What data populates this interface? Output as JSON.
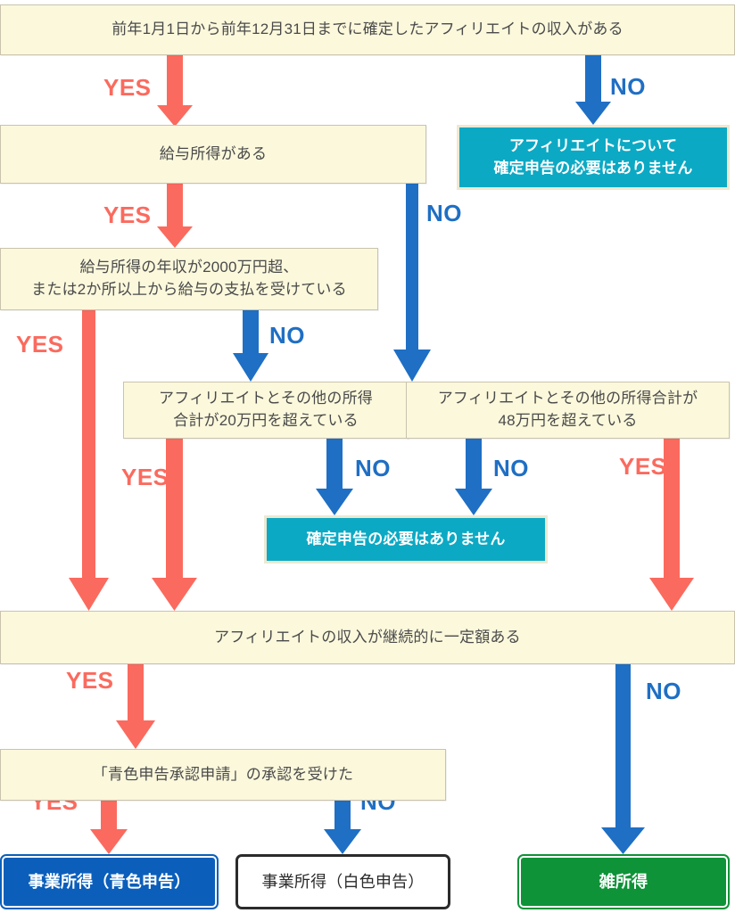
{
  "title": "アフィリエイト収入の確定申告判定フローチャート",
  "colors": {
    "question_bg": "#FBF8DC",
    "question_border": "#C9C3AE",
    "question_text": "#4A4A4A",
    "teal": "#0CA9C4",
    "yes_red": "#FB6A5E",
    "no_blue": "#1F6FC4",
    "result_blue": "#0B5FBB",
    "result_green": "#0E9338",
    "result_white_border": "#2B2B2B"
  },
  "nodes": {
    "q_income": "前年1月1日から前年12月31日までに確定したアフィリエイトの収入がある",
    "q_salary": "給与所得がある",
    "q_salary_2000_line1": "給与所得の年収が2000万円超、",
    "q_salary_2000_line2": "または2か所以上から給与の支払を受けている",
    "q_20man_line1": "アフィリエイトとその他の所得",
    "q_20man_line2": "合計が20万円を超えている",
    "q_48man_line1": "アフィリエイトとその他の所得合計が",
    "q_48man_line2": "48万円を超えている",
    "q_continuous": "アフィリエイトの収入が継続的に一定額ある",
    "q_aoiro": "「青色申告承認申請」の承認を受けた",
    "t_no_filing_affiliate_line1": "アフィリエイトについて",
    "t_no_filing_affiliate_line2": "確定申告の必要はありません",
    "t_no_filing": "確定申告の必要はありません",
    "r_business_blue": "事業所得（青色申告）",
    "r_business_white": "事業所得（白色申告）",
    "r_misc": "雑所得"
  },
  "labels": {
    "yes": "YES",
    "no": "NO"
  },
  "edges": [
    {
      "id": "e1",
      "label": "YES",
      "type": "yes",
      "from": "q_income",
      "to": "q_salary"
    },
    {
      "id": "e2",
      "label": "NO",
      "type": "no",
      "from": "q_income",
      "to": "t_no_filing_affiliate"
    },
    {
      "id": "e3",
      "label": "YES",
      "type": "yes",
      "from": "q_salary",
      "to": "q_salary_2000"
    },
    {
      "id": "e4",
      "label": "NO",
      "type": "no",
      "from": "q_salary",
      "to": "q_48man"
    },
    {
      "id": "e5",
      "label": "YES",
      "type": "yes",
      "from": "q_salary_2000",
      "to": "q_continuous"
    },
    {
      "id": "e6",
      "label": "NO",
      "type": "no",
      "from": "q_salary_2000",
      "to": "q_20man"
    },
    {
      "id": "e7",
      "label": "YES",
      "type": "yes",
      "from": "q_20man",
      "to": "q_continuous"
    },
    {
      "id": "e8",
      "label": "NO",
      "type": "no",
      "from": "q_20man",
      "to": "t_no_filing"
    },
    {
      "id": "e9",
      "label": "NO",
      "type": "no",
      "from": "q_48man",
      "to": "t_no_filing"
    },
    {
      "id": "e10",
      "label": "YES",
      "type": "yes",
      "from": "q_48man",
      "to": "q_continuous"
    },
    {
      "id": "e11",
      "label": "YES",
      "type": "yes",
      "from": "q_continuous",
      "to": "q_aoiro"
    },
    {
      "id": "e12",
      "label": "NO",
      "type": "no",
      "from": "q_continuous",
      "to": "r_misc"
    },
    {
      "id": "e13",
      "label": "YES",
      "type": "yes",
      "from": "q_aoiro",
      "to": "r_business_blue"
    },
    {
      "id": "e14",
      "label": "NO",
      "type": "no",
      "from": "q_aoiro",
      "to": "r_business_white"
    }
  ]
}
